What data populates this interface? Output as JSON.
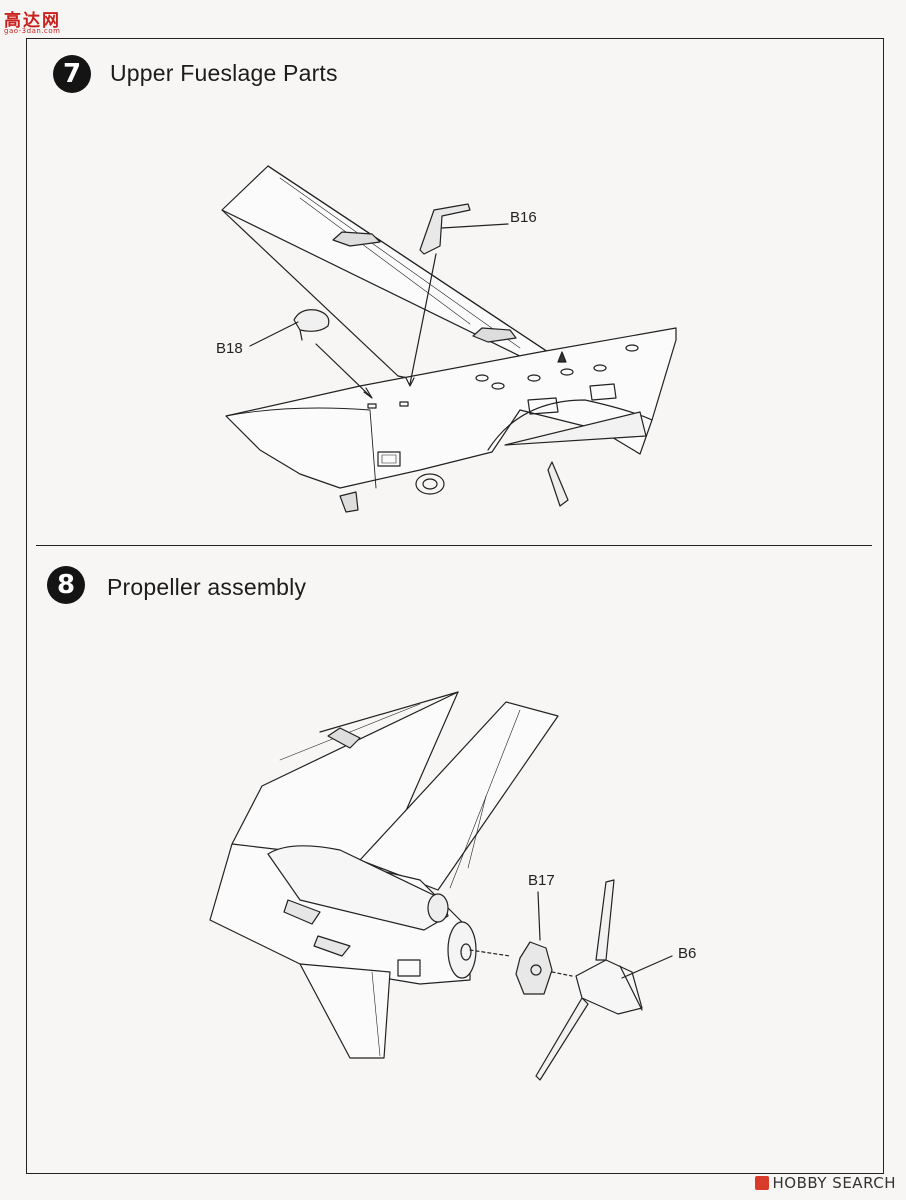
{
  "branding": {
    "site_logo": "高达网",
    "site_url": "gao-3dan.com",
    "watermark": "HOBBY SEARCH"
  },
  "steps": [
    {
      "number": "7",
      "title": "Upper Fueslage Parts",
      "parts": [
        "B16",
        "B18"
      ]
    },
    {
      "number": "8",
      "title": "Propeller assembly",
      "parts": [
        "B17",
        "B6"
      ]
    }
  ]
}
